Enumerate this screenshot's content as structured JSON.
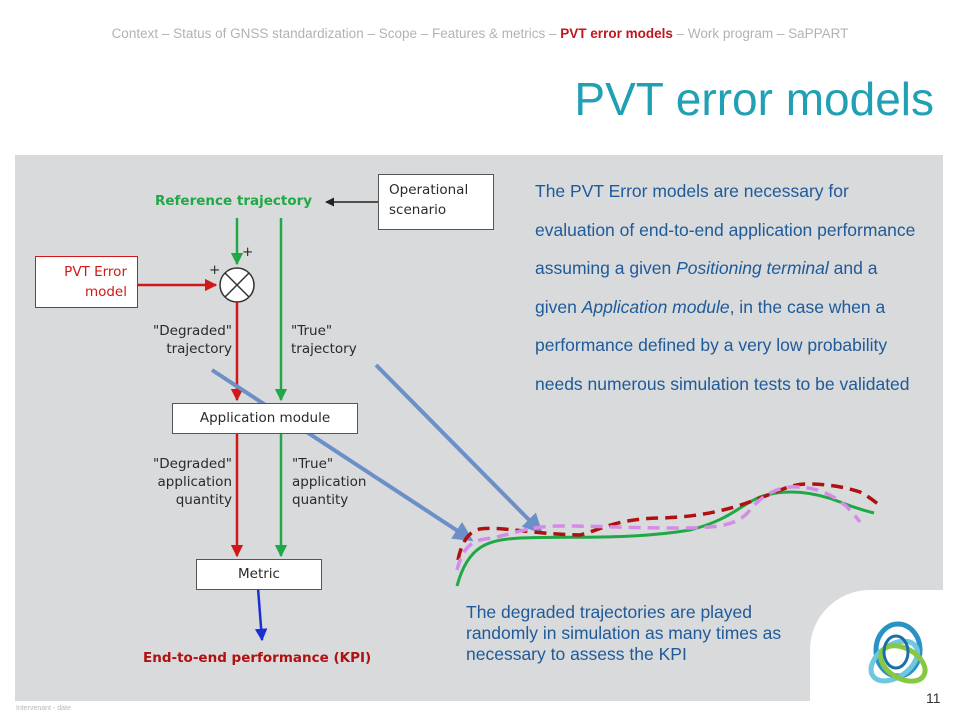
{
  "breadcrumb": {
    "before": "Context – Status of GNSS standardization – Scope – Features & metrics – ",
    "active": "PVT error models",
    "after": " – Work program – SaPPART"
  },
  "title": "PVT error models",
  "diagram": {
    "reference_trajectory": "Reference trajectory",
    "operational_scenario_line1": "Operational",
    "operational_scenario_line2": "scenario",
    "pvt_error_line1": "PVT Error",
    "pvt_error_line2": "model",
    "plus_top": "+",
    "plus_left": "+",
    "degraded_traj_line1": "\"Degraded\"",
    "degraded_traj_line2": "trajectory",
    "true_traj_line1": "\"True\"",
    "true_traj_line2": "trajectory",
    "application_module": "Application module",
    "degraded_app_line1": "\"Degraded\"",
    "degraded_app_line2": "application",
    "degraded_app_line3": "quantity",
    "true_app_line1": "\"True\"",
    "true_app_line2": "application",
    "true_app_line3": "quantity",
    "metric": "Metric",
    "kpi": "End-to-end performance (KPI)"
  },
  "description": {
    "part1": "The PVT Error models are necessary for evaluation of end-to-end application performance assuming a given ",
    "em1": "Positioning terminal",
    "part2": " and a given ",
    "em2": "Application module",
    "part3": ", in the case when a performance defined by a very low probability needs numerous simulation tests to be validated"
  },
  "note": "The degraded trajectories are played randomly in simulation as many times as necessary to assess the KPI",
  "page_number": "11",
  "footer": "Intervenant - date",
  "colors": {
    "accent_title": "#20a0b4",
    "breadcrumb_active": "#c0151e",
    "text_blue": "#1f5a99",
    "green": "#21a846",
    "red": "#d01818",
    "dark_red": "#b01010",
    "purple_dashed": "#d58ce8",
    "arrow_blue": "#6d8fc7",
    "kpi_blue": "#1a2fd6",
    "panel_bg": "#d8dadb"
  },
  "icons": [
    "summing-junction-icon",
    "sappart-logo-icon"
  ]
}
